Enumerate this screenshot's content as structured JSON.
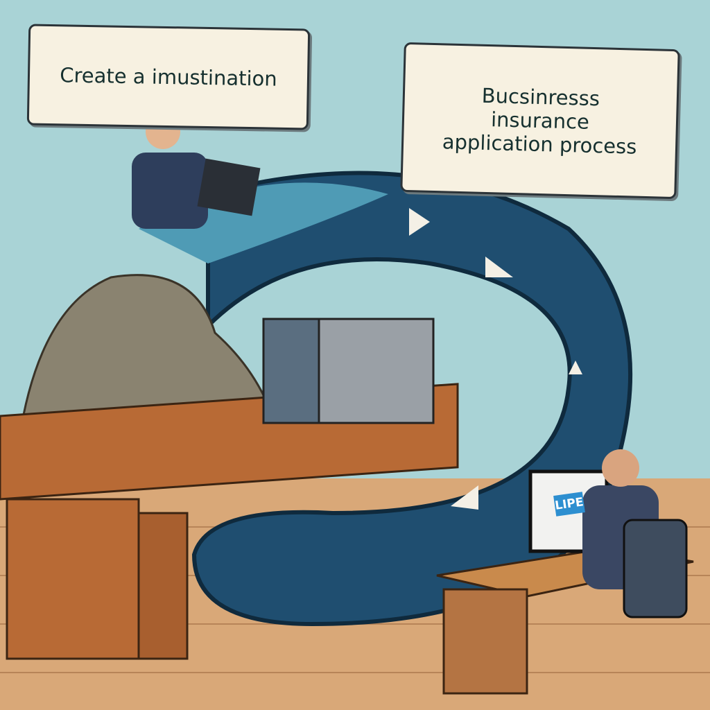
{
  "signs": {
    "left": "Create a imustination",
    "right_lines": [
      "Bucsinresss",
      "insurance",
      "application process"
    ]
  },
  "monitor_label": "LIPE",
  "colors": {
    "sky": "#a9d3d6",
    "loop": "#1f4e70",
    "desk": "#b86a35",
    "floor": "#d9a878",
    "sign": "#f7f1e1"
  }
}
